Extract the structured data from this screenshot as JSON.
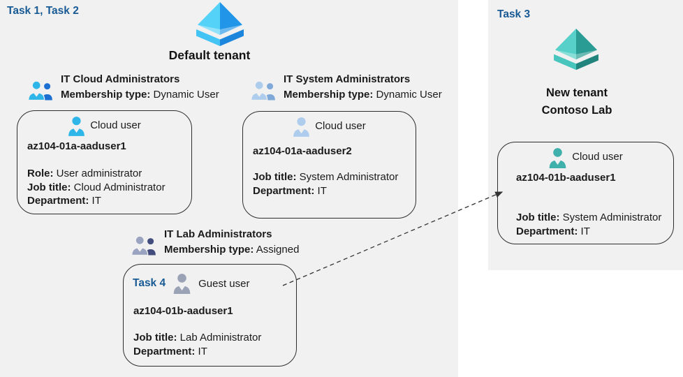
{
  "left_panel": {
    "task_label": "Task 1, Task 2",
    "tenant_name": "Default tenant",
    "groups": [
      {
        "name": "IT Cloud Administrators",
        "membership_label": "Membership type:",
        "membership_value": "Dynamic User",
        "card": {
          "user_type": "Cloud user",
          "user_name": "az104-01a-aaduser1",
          "attributes": [
            {
              "label": "Role:",
              "value": "User administrator"
            },
            {
              "label": "Job title:",
              "value": "Cloud Administrator"
            },
            {
              "label": "Department:",
              "value": "IT"
            }
          ]
        }
      },
      {
        "name": "IT System Administrators",
        "membership_label": "Membership type:",
        "membership_value": "Dynamic User",
        "card": {
          "user_type": "Cloud user",
          "user_name": "az104-01a-aaduser2",
          "attributes": [
            {
              "label": "Job title:",
              "value": "System Administrator"
            },
            {
              "label": "Department:",
              "value": "IT"
            }
          ]
        }
      },
      {
        "name": "IT Lab Administrators",
        "membership_label": "Membership type:",
        "membership_value": "Assigned",
        "card": {
          "task_label": "Task 4",
          "user_type": "Guest user",
          "user_name": "az104-01b-aaduser1",
          "attributes": [
            {
              "label": "Job title:",
              "value": "Lab Administrator"
            },
            {
              "label": "Department:",
              "value": "IT"
            }
          ]
        }
      }
    ]
  },
  "right_panel": {
    "task_label": "Task 3",
    "tenant_name_line1": "New tenant",
    "tenant_name_line2": "Contoso Lab",
    "card": {
      "user_type": "Cloud user",
      "user_name": "az104-01b-aaduser1",
      "attributes": [
        {
          "label": "Job title:",
          "value": "System Administrator"
        },
        {
          "label": "Department:",
          "value": "IT"
        }
      ]
    }
  },
  "arrow": {
    "style": "dashed",
    "from": "guest-user-card",
    "to": "new-tenant-cloud-user-card"
  },
  "icons": {
    "tenant": "azure-ad-pyramid-icon",
    "group": "two-users-icon",
    "user": "single-user-icon",
    "arrow": "dashed-arrow-right"
  },
  "colors": {
    "panel_bg": "#f1f1f2",
    "task_label": "#185a94",
    "card_border": "#2e2e2e",
    "text": "#1b1b1b",
    "cyan_user": "#2eb6e9",
    "pale_user": "#aecdec",
    "gray_user": "#9aa2b5",
    "teal_user": "#3fb0ab",
    "group_cloud_back": "#1d6fd1",
    "group_system_back": "#7fa9d9",
    "group_lab_front": "#9aa3c0",
    "group_lab_back": "#424c7d",
    "tenant_blue_light": "#55d2f8",
    "tenant_blue_dark": "#2196e9",
    "tenant_teal_light": "#56d0c8",
    "tenant_teal_dark": "#2b9c94",
    "arrow": "#333333"
  }
}
